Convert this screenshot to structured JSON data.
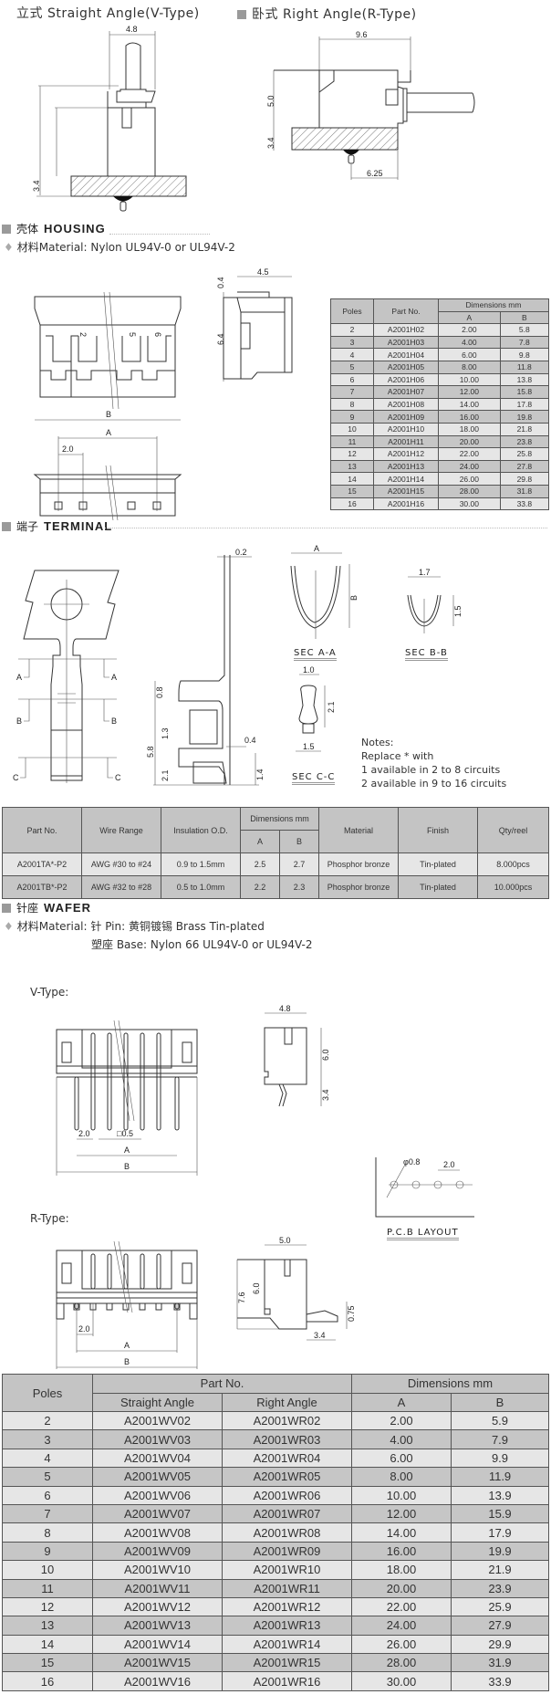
{
  "header": {
    "straight_title": "立式 Straight Angle(V-Type)",
    "right_title": "卧式 Right Angle(R-Type)",
    "straight_dims": {
      "width": "4.8",
      "pcb": "3.4"
    },
    "right_dims": {
      "width": "9.6",
      "height": "5.0",
      "pcb": "3.4",
      "offset": "6.25"
    }
  },
  "housing": {
    "heading_cn": "壳体",
    "heading_en": "HOUSING",
    "material": "材料Material: Nylon UL94V-0 or UL94V-2",
    "drawing_labels": {
      "pin2": "2",
      "pin5": "5",
      "pin6": "6",
      "top": "0.4",
      "width": "4.5",
      "height": "6.4",
      "b": "B",
      "a": "A",
      "pitch": "2.0"
    },
    "table": {
      "headers": {
        "poles": "Poles",
        "part_no": "Part No.",
        "dims": "Dimensions mm",
        "a": "A",
        "b": "B"
      },
      "rows": [
        [
          "2",
          "A2001H02",
          "2.00",
          "5.8"
        ],
        [
          "3",
          "A2001H03",
          "4.00",
          "7.8"
        ],
        [
          "4",
          "A2001H04",
          "6.00",
          "9.8"
        ],
        [
          "5",
          "A2001H05",
          "8.00",
          "11.8"
        ],
        [
          "6",
          "A2001H06",
          "10.00",
          "13.8"
        ],
        [
          "7",
          "A2001H07",
          "12.00",
          "15.8"
        ],
        [
          "8",
          "A2001H08",
          "14.00",
          "17.8"
        ],
        [
          "9",
          "A2001H09",
          "16.00",
          "19.8"
        ],
        [
          "10",
          "A2001H10",
          "18.00",
          "21.8"
        ],
        [
          "11",
          "A2001H11",
          "20.00",
          "23.8"
        ],
        [
          "12",
          "A2001H12",
          "22.00",
          "25.8"
        ],
        [
          "13",
          "A2001H13",
          "24.00",
          "27.8"
        ],
        [
          "14",
          "A2001H14",
          "26.00",
          "29.8"
        ],
        [
          "15",
          "A2001H15",
          "28.00",
          "31.8"
        ],
        [
          "16",
          "A2001H16",
          "30.00",
          "33.8"
        ]
      ]
    }
  },
  "terminal": {
    "heading_cn": "端子",
    "heading_en": "TERMINAL",
    "drawing_labels": {
      "a": "A",
      "b": "B",
      "c": "C",
      "t02": "0.2",
      "t08": "0.8",
      "t13": "1.3",
      "t58": "5.8",
      "t21": "2.1",
      "t04": "0.4",
      "t14": "1.4",
      "secA_w": "A",
      "secA_h": "B",
      "secB_w": "1.7",
      "secB_h": "1.5",
      "secC_top": "1.0",
      "secC_h": "2.1",
      "secC_bot": "1.5"
    },
    "sec_aa": "SEC  A-A",
    "sec_bb": "SEC  B-B",
    "sec_cc": "SEC  C-C",
    "notes": [
      "Notes:",
      "Replace * with",
      "1 available in 2 to 8 circuits",
      "2 available in 9 to 16 circuits"
    ],
    "table": {
      "headers": {
        "part_no": "Part No.",
        "wire_range": "Wire Range",
        "insulation": "Insulation O.D.",
        "dims": "Dimensions mm",
        "a": "A",
        "b": "B",
        "material": "Material",
        "finish": "Finish",
        "qty": "Qty/reel"
      },
      "rows": [
        [
          "A2001TA*-P2",
          "AWG #30 to #24",
          "0.9 to 1.5mm",
          "2.5",
          "2.7",
          "Phosphor bronze",
          "Tin-plated",
          "8.000pcs"
        ],
        [
          "A2001TB*-P2",
          "AWG #32 to #28",
          "0.5 to 1.0mm",
          "2.2",
          "2.3",
          "Phosphor bronze",
          "Tin-plated",
          "10.000pcs"
        ]
      ]
    }
  },
  "wafer": {
    "heading_cn": "针座",
    "heading_en": "WAFER",
    "material_pin": "材料Material: 针 Pin: 黄铜镀锡 Brass Tin-plated",
    "material_base": "塑座 Base: Nylon 66  UL94V-0 or UL94V-2",
    "v_type_label": "V-Type:",
    "r_type_label": "R-Type:",
    "pcb_layout_label": "P.C.B LAYOUT",
    "drawing_labels": {
      "pitch": "2.0",
      "pin": "0.5",
      "a": "A",
      "b": "B",
      "v_w": "4.8",
      "v_h": "6.0",
      "v_pcb": "3.4",
      "r_w": "5.0",
      "r_h1": "7.6",
      "r_h2": "6.0",
      "r_t": "0.75",
      "r_off": "3.4",
      "hole": "φ0.8",
      "pcb_pitch": "2.0"
    },
    "table": {
      "headers": {
        "poles": "Poles",
        "part_no": "Part No.",
        "straight": "Straight Angle",
        "right": "Right Angle",
        "dims": "Dimensions mm",
        "a": "A",
        "b": "B"
      },
      "rows": [
        [
          "2",
          "A2001WV02",
          "A2001WR02",
          "2.00",
          "5.9"
        ],
        [
          "3",
          "A2001WV03",
          "A2001WR03",
          "4.00",
          "7.9"
        ],
        [
          "4",
          "A2001WV04",
          "A2001WR04",
          "6.00",
          "9.9"
        ],
        [
          "5",
          "A2001WV05",
          "A2001WR05",
          "8.00",
          "11.9"
        ],
        [
          "6",
          "A2001WV06",
          "A2001WR06",
          "10.00",
          "13.9"
        ],
        [
          "7",
          "A2001WV07",
          "A2001WR07",
          "12.00",
          "15.9"
        ],
        [
          "8",
          "A2001WV08",
          "A2001WR08",
          "14.00",
          "17.9"
        ],
        [
          "9",
          "A2001WV09",
          "A2001WR09",
          "16.00",
          "19.9"
        ],
        [
          "10",
          "A2001WV10",
          "A2001WR10",
          "18.00",
          "21.9"
        ],
        [
          "11",
          "A2001WV11",
          "A2001WR11",
          "20.00",
          "23.9"
        ],
        [
          "12",
          "A2001WV12",
          "A2001WR12",
          "22.00",
          "25.9"
        ],
        [
          "13",
          "A2001WV13",
          "A2001WR13",
          "24.00",
          "27.9"
        ],
        [
          "14",
          "A2001WV14",
          "A2001WR14",
          "26.00",
          "29.9"
        ],
        [
          "15",
          "A2001WV15",
          "A2001WR15",
          "28.00",
          "31.9"
        ],
        [
          "16",
          "A2001WV16",
          "A2001WR16",
          "30.00",
          "33.9"
        ]
      ]
    }
  }
}
